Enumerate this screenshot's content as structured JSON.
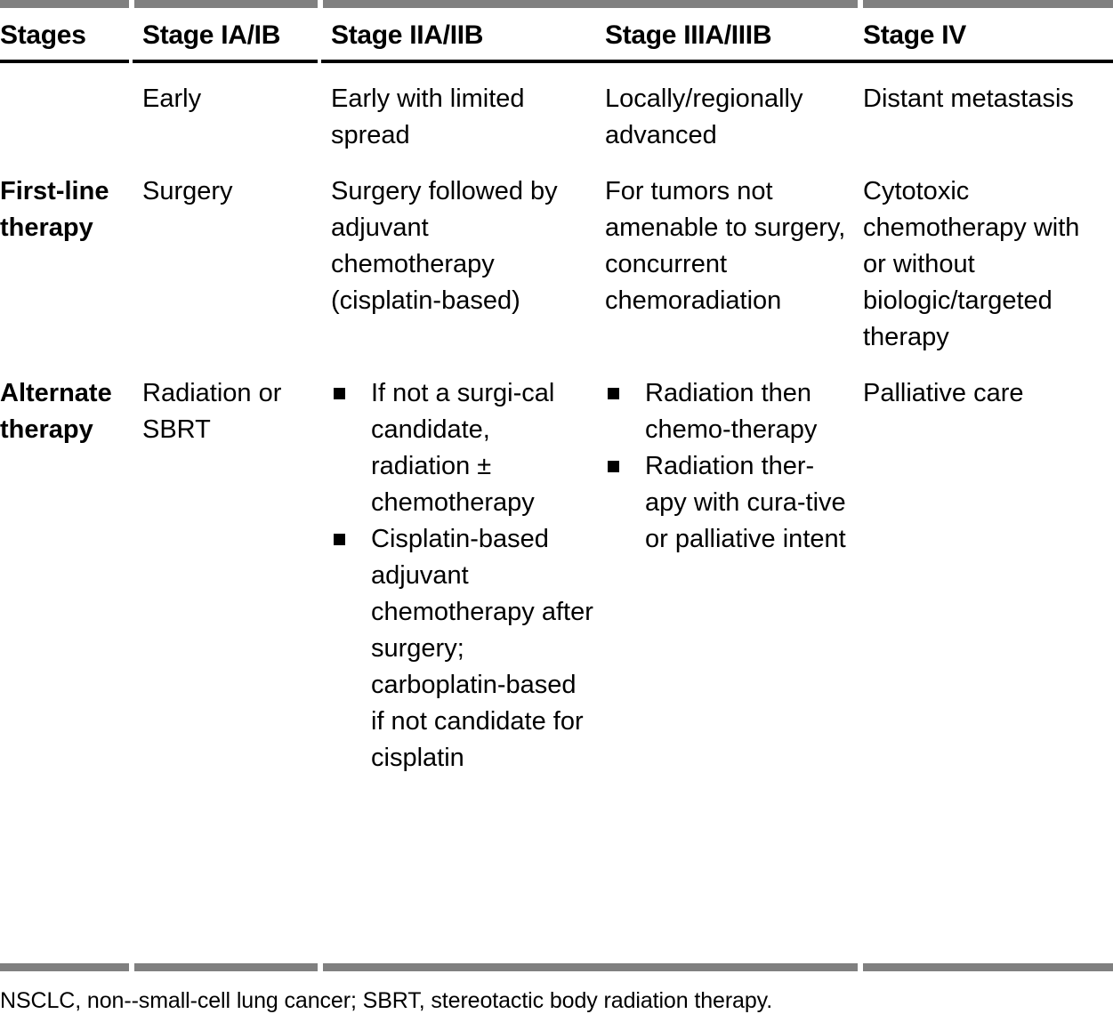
{
  "table": {
    "columns": [
      {
        "id": "stages",
        "label": "Stages"
      },
      {
        "id": "stage1",
        "label": "Stage IA/IB"
      },
      {
        "id": "stage2",
        "label": "Stage IIA/IIB"
      },
      {
        "id": "stage3",
        "label": "Stage IIIA/IIIB"
      },
      {
        "id": "stage4",
        "label": "Stage IV"
      }
    ],
    "rows": [
      {
        "id": "description",
        "rowhead": "",
        "stage1": "Early",
        "stage2": "Early with limited spread",
        "stage3": "Locally/regionally advanced",
        "stage4": "Distant metastasis"
      },
      {
        "id": "first-line-therapy",
        "rowhead": "First-line therapy",
        "stage1": "Surgery",
        "stage2": "Surgery followed by adjuvant chemotherapy (cisplatin-based)",
        "stage3": "For tumors not amenable to surgery, concurrent chemoradiation",
        "stage4": "Cytotoxic chemotherapy with or without biologic/targeted therapy"
      },
      {
        "id": "alternate-therapy",
        "rowhead": "Alternate therapy",
        "stage1": "Radiation or SBRT",
        "stage2_bullets": [
          "If not a surgi-cal candidate, radiation ± chemotherapy",
          "Cisplatin-based adjuvant chemotherapy after surgery; carboplatin-based if not candidate for cisplatin"
        ],
        "stage3_bullets": [
          "Radiation then chemo-therapy",
          "Radiation ther-apy with cura-tive or palliative intent"
        ],
        "stage4": "Palliative care"
      }
    ]
  },
  "footnote": "NSCLC, non--small-cell lung cancer; SBRT, stereotactic body radiation therapy.",
  "colors": {
    "rule_gray": "#808080",
    "rule_black": "#000000",
    "text": "#000000",
    "background": "#ffffff"
  }
}
